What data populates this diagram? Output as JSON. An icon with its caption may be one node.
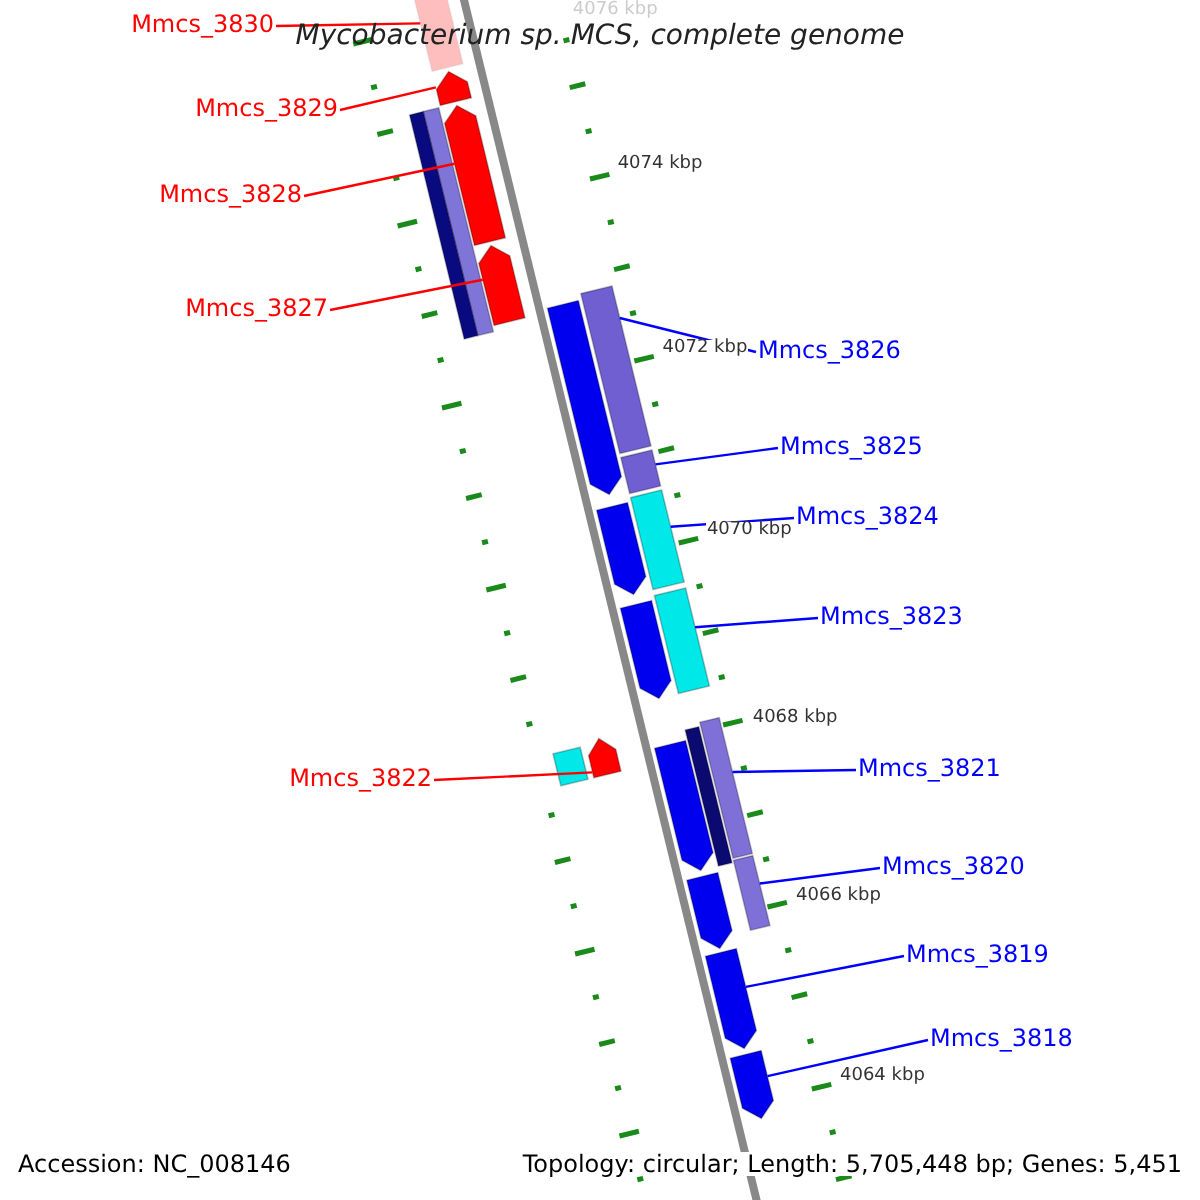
{
  "diagram": {
    "title": "Mycobacterium sp. MCS, complete genome",
    "nodes": [
      {
        "text": [
          "Mmcs_3830"
        ]
      },
      {
        "text": [
          "Mmcs_3829"
        ]
      },
      {
        "text": [
          "Mmcs_3828"
        ]
      },
      {
        "text": [
          "Mmcs_3827"
        ]
      },
      {
        "text": [
          "Mmcs_3826"
        ]
      },
      {
        "text": [
          "Mmcs_3825"
        ]
      },
      {
        "text": [
          "Mmcs_3824"
        ]
      },
      {
        "text": [
          "Mmcs_3823"
        ]
      },
      {
        "text": [
          "Mmcs_3822"
        ]
      },
      {
        "text": [
          "Mmcs_3821"
        ]
      },
      {
        "text": [
          "Mmcs_3820"
        ]
      },
      {
        "text": [
          "Mmcs_3819"
        ]
      },
      {
        "text": [
          "Mmcs_3818"
        ]
      },
      {
        "text": [],
        "shape": "arrow"
      },
      {
        "text": [],
        "shape": "arrow"
      },
      {
        "text": [],
        "shape": "arrow"
      },
      {
        "text": [],
        "shape": "arrow"
      },
      {
        "text": [],
        "shape": "box"
      },
      {
        "text": [],
        "shape": "box"
      },
      {
        "text": [],
        "shape": "box"
      },
      {
        "text": [],
        "shape": "box"
      },
      {
        "text": [],
        "shape": "arrow"
      },
      {
        "text": [],
        "shape": "box"
      },
      {
        "text": [],
        "shape": "box"
      },
      {
        "text": [],
        "shape": "arrow"
      },
      {
        "text": [],
        "shape": "arrow"
      },
      {
        "text": [],
        "shape": "box"
      },
      {
        "text": [],
        "shape": "box"
      },
      {
        "text": [],
        "shape": "arrow"
      },
      {
        "text": [],
        "shape": "arrow"
      },
      {
        "text": [],
        "shape": "arrow"
      },
      {
        "text": [],
        "shape": "box"
      },
      {
        "text": [],
        "shape": "box"
      },
      {
        "text": [],
        "shape": "arrow"
      },
      {
        "text": [],
        "shape": "arrow"
      }
    ],
    "edges": [
      {
        "from": 0,
        "to": 13,
        "arrow": "none",
        "color": "#ff0000"
      },
      {
        "from": 1,
        "to": 14,
        "arrow": "none",
        "color": "#ff0000"
      },
      {
        "from": 2,
        "to": 15,
        "arrow": "none",
        "color": "#ff0000"
      },
      {
        "from": 3,
        "to": 16,
        "arrow": "none",
        "color": "#ff0000"
      },
      {
        "from": 4,
        "to": 17,
        "arrow": "none"
      },
      {
        "from": 5,
        "to": 18,
        "arrow": "none"
      },
      {
        "from": 6,
        "to": 19,
        "arrow": "none"
      },
      {
        "from": 7,
        "to": 20,
        "arrow": "none"
      },
      {
        "from": 8,
        "to": 21,
        "arrow": "none",
        "color": "#ff0000"
      },
      {
        "from": 9,
        "to": 22,
        "arrow": "none"
      },
      {
        "from": 10,
        "to": 23,
        "arrow": "none"
      },
      {
        "from": 11,
        "to": 24,
        "arrow": "none"
      },
      {
        "from": 12,
        "to": 25,
        "arrow": "none"
      }
    ],
    "labels": [
      "4076 kbp",
      "4074 kbp",
      "4072 kbp",
      "4070 kbp",
      "4068 kbp",
      "4066 kbp",
      "4064 kbp",
      "Accession: NC_008146",
      "Topology: circular; Length: 5,705,448 bp; Genes: 5,451"
    ]
  }
}
